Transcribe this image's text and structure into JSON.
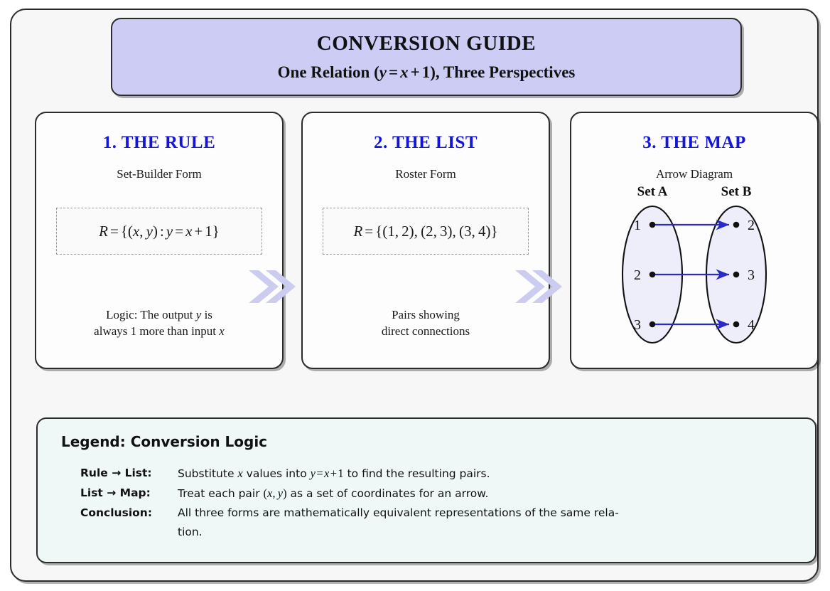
{
  "banner": {
    "title": "CONVERSION GUIDE",
    "subtitle_pre": "One Relation (",
    "subtitle_math_y": "y",
    "subtitle_math_eq": "=",
    "subtitle_math_x": "x",
    "subtitle_math_plus": "+",
    "subtitle_math_one": "1",
    "subtitle_post": "), Three Perspectives",
    "bg_color": "#ccccf5"
  },
  "panels": [
    {
      "title": "1. THE RULE",
      "subtitle": "Set-Builder Form",
      "formula": "R = {(x, y) : y = x + 1}",
      "caption_line1": "Logic: The output y is",
      "caption_line2": "always 1 more than input x",
      "title_color": "#1414dc"
    },
    {
      "title": "2. THE LIST",
      "subtitle": "Roster Form",
      "formula": "R = {(1, 2), (2, 3), (3, 4)}",
      "caption_line1": "Pairs showing",
      "caption_line2": "direct connections",
      "title_color": "#1414dc"
    },
    {
      "title": "3. THE MAP",
      "subtitle": "Arrow Diagram",
      "title_color": "#1414dc"
    }
  ],
  "arrow_diagram": {
    "set_a_label": "Set A",
    "set_b_label": "Set B",
    "set_a_elements": [
      "1",
      "2",
      "3"
    ],
    "set_b_elements": [
      "2",
      "3",
      "4"
    ],
    "mappings": [
      {
        "from": "1",
        "to": "2"
      },
      {
        "from": "2",
        "to": "3"
      },
      {
        "from": "3",
        "to": "4"
      }
    ],
    "ellipse_fill": "#eeeefa",
    "arrow_color": "#2a2ac8"
  },
  "connectors": {
    "icon": "double-chevron-right-icon",
    "color": "#ccccf0",
    "count": 2
  },
  "legend": {
    "title": "Legend: Conversion Logic",
    "rows": [
      {
        "key_pre": "Rule",
        "key_arrow": "→",
        "key_post": "List:",
        "value_parts": [
          {
            "t": "Substitute ",
            "k": "text"
          },
          {
            "t": "x",
            "k": "italic"
          },
          {
            "t": " values into ",
            "k": "text"
          },
          {
            "t": "y",
            "k": "italic"
          },
          {
            "t": " = ",
            "k": "roman"
          },
          {
            "t": "x",
            "k": "italic"
          },
          {
            "t": " + 1",
            "k": "roman"
          },
          {
            "t": " to find the resulting pairs.",
            "k": "text"
          }
        ]
      },
      {
        "key_pre": "List",
        "key_arrow": "→",
        "key_post": "Map:",
        "value_parts": [
          {
            "t": "Treat each pair ",
            "k": "text"
          },
          {
            "t": "(",
            "k": "roman"
          },
          {
            "t": "x",
            "k": "italic"
          },
          {
            "t": ", ",
            "k": "roman"
          },
          {
            "t": "y",
            "k": "italic"
          },
          {
            "t": ")",
            "k": "roman"
          },
          {
            "t": " as a set of coordinates for an arrow.",
            "k": "text"
          }
        ]
      },
      {
        "key_pre": "Conclusion:",
        "key_arrow": "",
        "key_post": "",
        "value_parts": [
          {
            "t": "All three forms are mathematically equivalent representations of the same rela-",
            "k": "text"
          }
        ],
        "continuation": "tion."
      }
    ],
    "bg_color": "#f0f8f7"
  }
}
